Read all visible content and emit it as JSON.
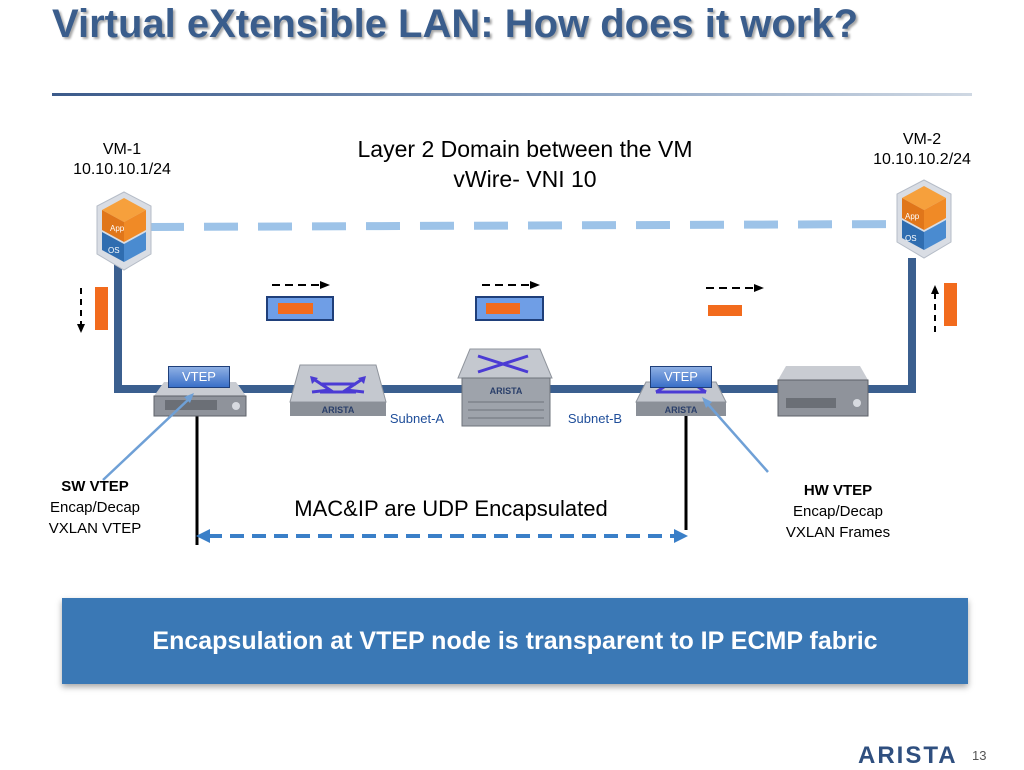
{
  "slide": {
    "title": "Virtual eXtensible LAN: How does it work?",
    "page_number": "13",
    "logo_text": "ARISTA"
  },
  "vm1": {
    "name": "VM-1",
    "ip": "10.10.10.1/24",
    "icon_text_top": "App",
    "icon_text_bottom": "OS"
  },
  "vm2": {
    "name": "VM-2",
    "ip": "10.10.10.2/24",
    "icon_text_top": "App",
    "icon_text_bottom": "OS"
  },
  "domain": {
    "line1": "Layer 2 Domain between the VM",
    "line2": "vWire- VNI 10"
  },
  "vtep_left_tag": "VTEP",
  "vtep_right_tag": "VTEP",
  "subnet_a": "Subnet-A",
  "subnet_b": "Subnet-B",
  "switch_brand": "ARISTA",
  "encap_label": "MAC&IP are UDP Encapsulated",
  "sw_vtep": {
    "title": "SW VTEP",
    "line1": "Encap/Decap",
    "line2": "VXLAN VTEP"
  },
  "hw_vtep": {
    "title": "HW VTEP",
    "line1": "Encap/Decap",
    "line2": "VXLAN Frames"
  },
  "banner_text": "Encapsulation at VTEP node is transparent to IP ECMP fabric",
  "colors": {
    "title": "#3a5d8c",
    "network_line": "#3b5f8f",
    "vwire_dash": "#9dc3e8",
    "frame_orange": "#f26b1d",
    "banner": "#3a78b5"
  }
}
